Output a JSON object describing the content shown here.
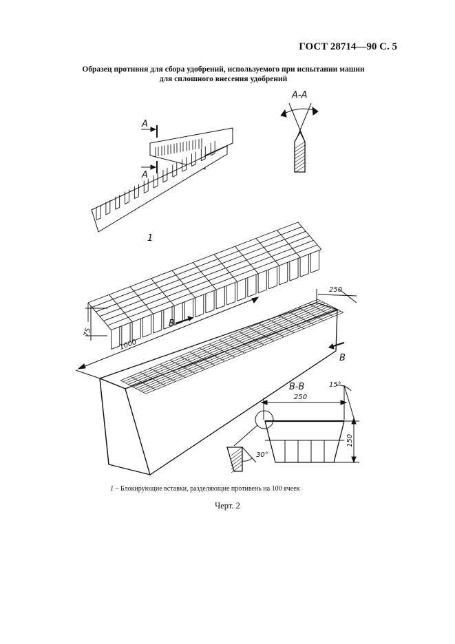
{
  "header": {
    "doc_code": "ГОСТ 28714—90 С. 5"
  },
  "title": {
    "line1": "Образец противня для сбора удобрений, используемого при испытании машин",
    "line2": "для сплошного внесения удобрений"
  },
  "drawing": {
    "section_aa": "A-A",
    "section_a_top": "A",
    "section_a_bottom": "A",
    "callout_1": "1",
    "dim_width": "250",
    "dim_length": "1000",
    "dim_insert_height": "75",
    "section_b_left": "B",
    "section_b_right": "B",
    "section_bb": "B-B",
    "dim_bb_width": "250",
    "dim_bb_height": "150",
    "angle_15": "15°",
    "angle_30": "30°"
  },
  "caption": {
    "number": "1",
    "text": " – Блокирующие вставки, разделяющие противень на 100 ячеек"
  },
  "figure_label": "Черт. 2"
}
